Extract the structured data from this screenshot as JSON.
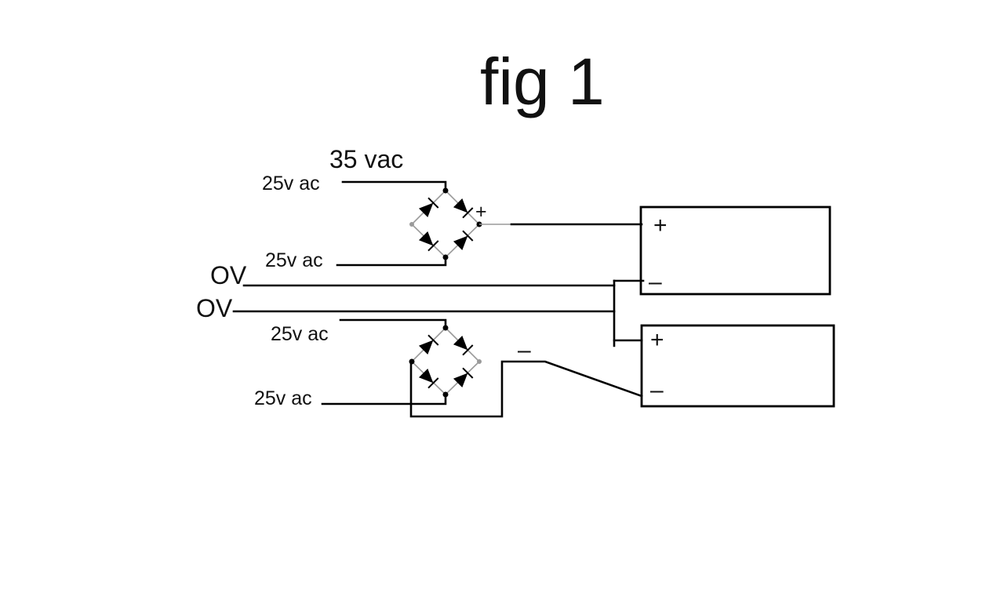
{
  "title": "fig 1",
  "bridge_top": {
    "voltage_label": "35 vac",
    "input_top_label": "25v ac",
    "input_bottom_label": "25v ac",
    "output_label": "+"
  },
  "zero_volt_labels": [
    "OV",
    "OV"
  ],
  "bridge_bottom": {
    "input_top_label": "25v ac",
    "input_bottom_label": "25v ac",
    "output_label": "–"
  },
  "capacitor_top": {
    "plus_label": "+",
    "minus_label": "–"
  },
  "capacitor_bottom": {
    "plus_label": "+",
    "minus_label": "–"
  }
}
